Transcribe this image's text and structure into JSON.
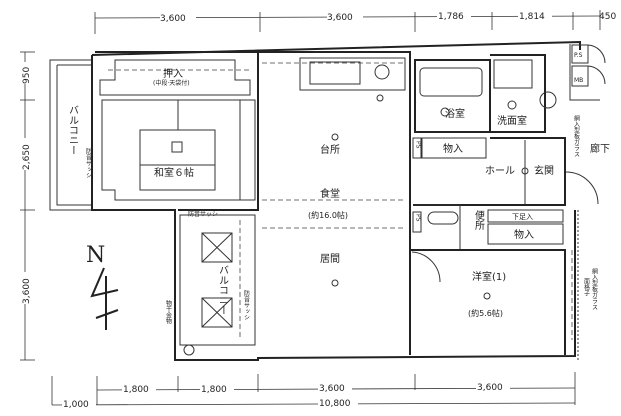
{
  "dimensions": {
    "top": [
      "3,600",
      "3,600",
      "1,786",
      "1,814",
      "450"
    ],
    "left": [
      "950",
      "2,650",
      "3,600"
    ],
    "bottom": [
      "1,800",
      "1,800",
      "3,600",
      "3,600"
    ],
    "bottom_total": [
      "1,000",
      "10,800"
    ]
  },
  "rooms": {
    "closet_main": "押入",
    "closet_main_note": "(中段·天袋付)",
    "balcony_west": "バルコニー",
    "japanese_room": "和室６帖",
    "kitchen": "台所",
    "dining": "食堂",
    "dining_size": "(約16.0帖)",
    "living": "居間",
    "balcony_small": "バルコニー",
    "bath": "浴室",
    "washroom": "洗面室",
    "storage_1": "物入",
    "hall": "ホール",
    "entrance": "玄関",
    "toilet": "便所",
    "shoe_cabinet": "下足入",
    "storage_2": "物入",
    "western_room": "洋室(1)",
    "western_size": "(約5.6帖)",
    "corridor": "廊下"
  },
  "notes": {
    "sash_1": "防音サッシ",
    "sash_2": "防音サッシ",
    "sash_3": "防音サッシ",
    "drying_hardware": "物干金物",
    "glass": "網入型板ガラス",
    "grille_top": "網入型板ガラス",
    "grille": "面格子",
    "ps_top": "P.S",
    "mb": "MB",
    "ps_1": "PS",
    "ps_2": "PS"
  },
  "north_label": "N",
  "colors": {
    "north_label": "#1a3a8c"
  }
}
